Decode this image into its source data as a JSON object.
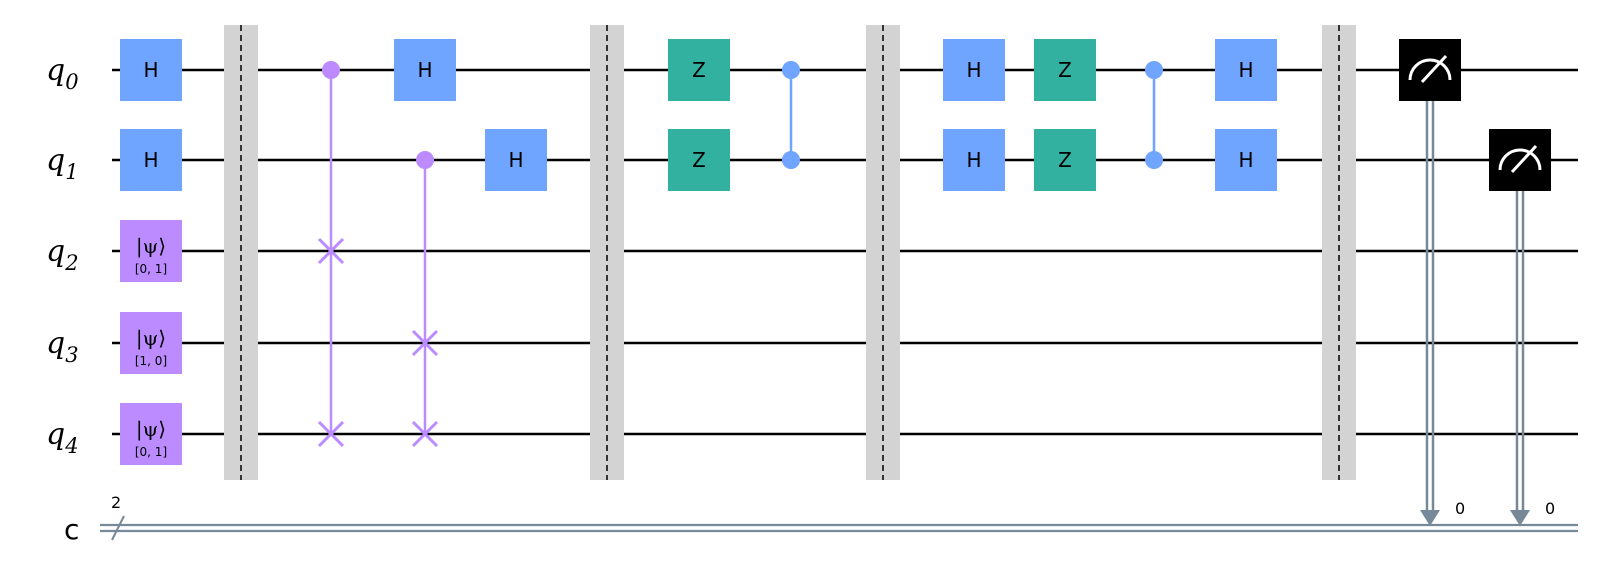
{
  "qubits": [
    {
      "name": "q",
      "index": "0"
    },
    {
      "name": "q",
      "index": "1"
    },
    {
      "name": "q",
      "index": "2"
    },
    {
      "name": "q",
      "index": "3"
    },
    {
      "name": "q",
      "index": "4"
    }
  ],
  "classical": {
    "name": "c",
    "size": "2"
  },
  "colors": {
    "h": "#6fa4ff",
    "z": "#33b1a0",
    "init": "#bb8bff",
    "swap": "#bb8bff",
    "cz": "#6fa4ff",
    "barrier": "#d3d3d3",
    "measure": "#000000",
    "classical_wire": "#778899"
  },
  "gates": [
    {
      "type": "init",
      "qubit": 2,
      "col": 0,
      "label": "|ψ⟩",
      "params": "[0, 1]"
    },
    {
      "type": "init",
      "qubit": 3,
      "col": 0,
      "label": "|ψ⟩",
      "params": "[1, 0]"
    },
    {
      "type": "init",
      "qubit": 4,
      "col": 0,
      "label": "|ψ⟩",
      "params": "[0, 1]"
    },
    {
      "type": "h",
      "qubit": 0,
      "col": 0,
      "label": "H"
    },
    {
      "type": "h",
      "qubit": 1,
      "col": 0,
      "label": "H"
    },
    {
      "type": "barrier",
      "col": 1
    },
    {
      "type": "cswap",
      "control": 0,
      "targets": [
        2,
        4
      ],
      "col": 2
    },
    {
      "type": "h",
      "qubit": 0,
      "col": 3,
      "label": "H"
    },
    {
      "type": "cswap",
      "control": 1,
      "targets": [
        3,
        4
      ],
      "col": 3
    },
    {
      "type": "h",
      "qubit": 1,
      "col": 4,
      "label": "H"
    },
    {
      "type": "barrier",
      "col": 5
    },
    {
      "type": "z",
      "qubit": 0,
      "col": 6,
      "label": "Z"
    },
    {
      "type": "z",
      "qubit": 1,
      "col": 6,
      "label": "Z"
    },
    {
      "type": "cz",
      "qubits": [
        0,
        1
      ],
      "col": 7
    },
    {
      "type": "barrier",
      "col": 8
    },
    {
      "type": "h",
      "qubit": 0,
      "col": 9,
      "label": "H"
    },
    {
      "type": "h",
      "qubit": 1,
      "col": 9,
      "label": "H"
    },
    {
      "type": "z",
      "qubit": 0,
      "col": 10,
      "label": "Z"
    },
    {
      "type": "z",
      "qubit": 1,
      "col": 10,
      "label": "Z"
    },
    {
      "type": "cz",
      "qubits": [
        0,
        1
      ],
      "col": 11
    },
    {
      "type": "h",
      "qubit": 0,
      "col": 12,
      "label": "H"
    },
    {
      "type": "h",
      "qubit": 1,
      "col": 12,
      "label": "H"
    },
    {
      "type": "barrier",
      "col": 13
    },
    {
      "type": "measure",
      "qubit": 0,
      "cbit": "0",
      "col": 14
    },
    {
      "type": "measure",
      "qubit": 1,
      "cbit": "0",
      "col": 15
    }
  ]
}
